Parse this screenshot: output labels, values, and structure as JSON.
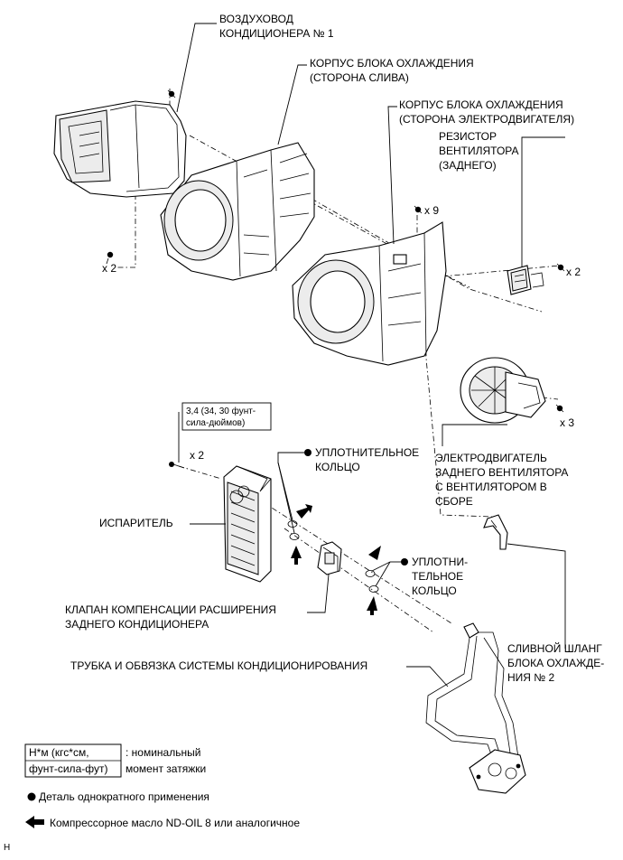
{
  "labels": {
    "duct": [
      "ВОЗДУХОВОД",
      "КОНДИЦИОНЕРА № 1"
    ],
    "housing_drain": [
      "КОРПУС БЛОКА ОХЛАЖДЕНИЯ",
      "(СТОРОНА СЛИВА)"
    ],
    "housing_motor": [
      "КОРПУС БЛОКА ОХЛАЖДЕНИЯ",
      "(СТОРОНА ЭЛЕКТРОДВИГАТЕЛЯ)"
    ],
    "resistor": [
      "РЕЗИСТОР",
      "ВЕНТИЛЯТОРА",
      "(ЗАДНЕГО)"
    ],
    "blower": [
      "ЭЛЕКТРОДВИГАТЕЛЬ",
      "ЗАДНЕГО ВЕНТИЛЯТОРА",
      "С ВЕНТИЛЯТОРОМ В",
      "СБОРЕ"
    ],
    "oring_1": [
      "УПЛОТНИТЕЛЬНОЕ",
      "КОЛЬЦО"
    ],
    "oring_2": [
      "УПЛОТНИ-",
      "ТЕЛЬНОЕ",
      "КОЛЬЦО"
    ],
    "evaporator": "ИСПАРИТЕЛЬ",
    "expansion_valve": [
      "КЛАПАН КОМПЕНСАЦИИ РАСШИРЕНИЯ",
      "ЗАДНЕГО КОНДИЦИОНЕРА"
    ],
    "pipe": "ТРУБКА И ОБВЯЗКА СИСТЕМЫ КОНДИЦИОНИРОВАНИЯ",
    "drain_hose": [
      "СЛИВНОЙ ШЛАНГ",
      "БЛОКА ОХЛАЖДЕ-",
      "НИЯ № 2"
    ]
  },
  "quantities": {
    "duct_screws": "x 2",
    "housing_screws": "x 9",
    "resistor_screws": "x 2",
    "blower_screws": "x 3",
    "evap_bolts": "x 2"
  },
  "torque": [
    "3,4 (34, 30 фунт-",
    "сила-дюймов)"
  ],
  "legend": {
    "torque_box": [
      "Н*м (кгс*см,",
      "фунт-сила-фут)"
    ],
    "torque_desc": [
      ": номинальный",
      "момент затяжки"
    ],
    "non_reusable": "Деталь однократного применения",
    "oil": "Компрессорное масло ND-OIL 8 или аналогичное"
  },
  "figure_code": "H"
}
